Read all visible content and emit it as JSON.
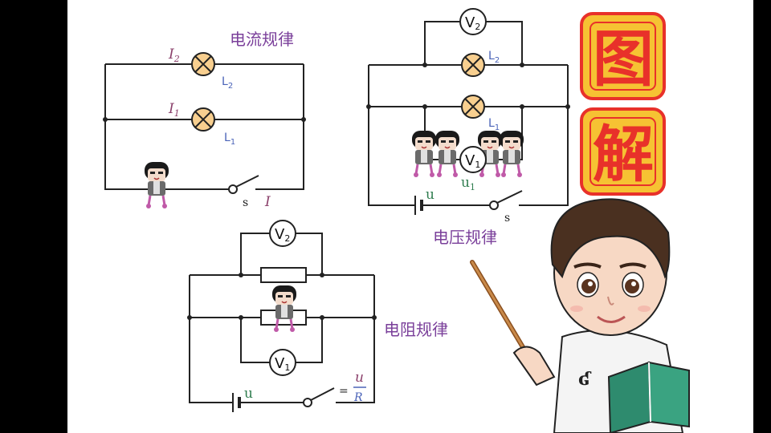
{
  "labels": {
    "current_law": "电流规律",
    "voltage_law": "电压规律",
    "resistance_law": "电阻规律",
    "i": "I",
    "i1": "I",
    "i1_sub": "1",
    "i2": "I",
    "i2_sub": "2",
    "l": "L",
    "l1_sub": "1",
    "l2_sub": "2",
    "switch": "s",
    "u": "u",
    "u1": "u",
    "u1_sub": "1",
    "v": "V",
    "v1_sub": "1",
    "v2_sub": "2",
    "eq": "=",
    "frac_num": "u",
    "frac_den": "R"
  },
  "badge": {
    "char1": "图",
    "char2": "解"
  },
  "colors": {
    "wire": "#222222",
    "lamp_fill": "#f8cf8f",
    "lamp_stroke": "#222222",
    "badge_bg": "#f6c233",
    "badge_border": "#e8312a",
    "badge_text": "#e8312a",
    "purple": "#7a3f9a",
    "blue": "#4a63b8",
    "green": "#2f7d4f"
  }
}
